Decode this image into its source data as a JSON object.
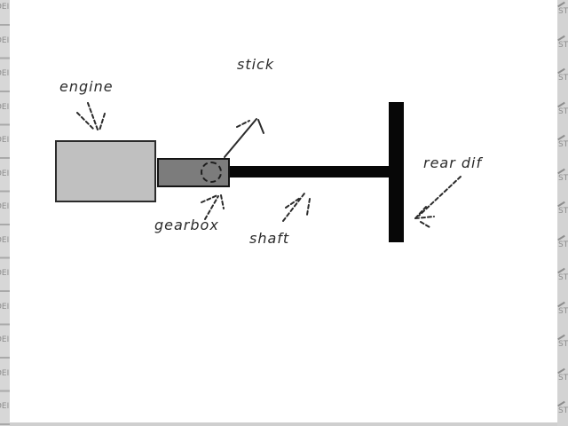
{
  "diagram": {
    "title_hint": "hand-drawn car drivetrain sketch",
    "labels": {
      "engine": "engine",
      "stick": "stick",
      "gearbox": "gearbox",
      "shaft": "shaft",
      "rear_dif": "rear dif"
    },
    "colors": {
      "engine_fill": "#c0c0c0",
      "gearbox_fill": "#7c7c7c",
      "drivetrain_bar": "#070707",
      "ink": "#2b2b2b",
      "canvas": "#ffffff",
      "watermark_strip": "#d5d5d5",
      "watermark_ink": "#8e8e8e"
    }
  },
  "watermark": {
    "left_fragment": "DEI",
    "right_fragment": "ST"
  }
}
